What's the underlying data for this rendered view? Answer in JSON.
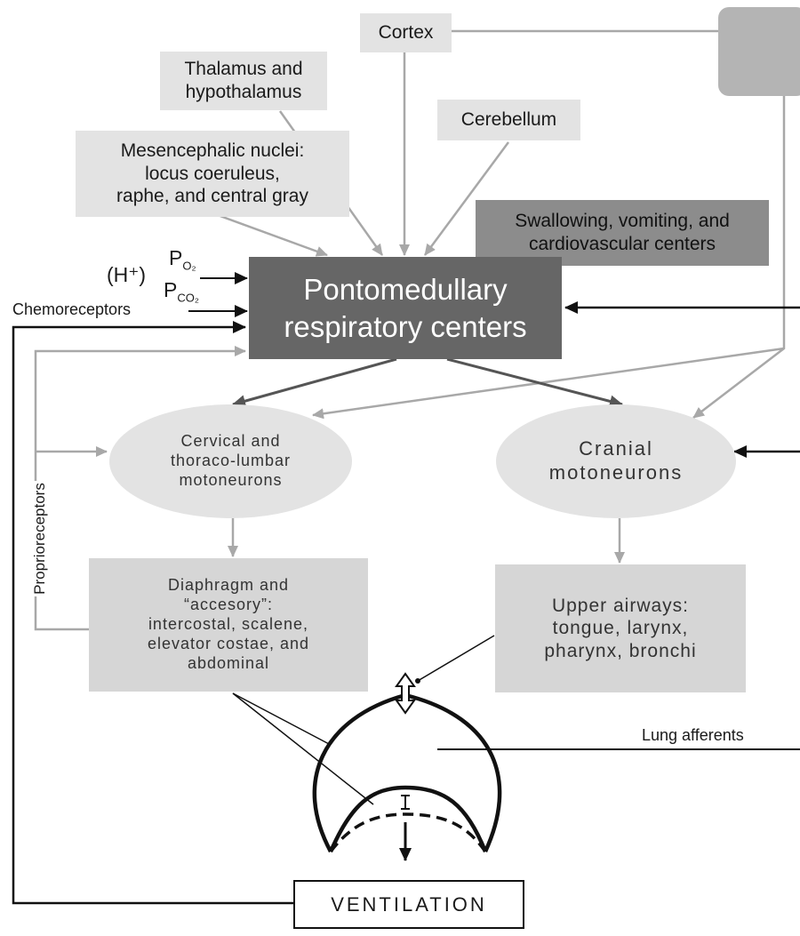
{
  "nodes": {
    "cortex": "Cortex",
    "thalamus": "Thalamus and\nhypothalamus",
    "cerebellum": "Cerebellum",
    "mesencephalic": "Mesencephalic nuclei:\nlocus coeruleus,\nraphe, and central gray",
    "swallowing": "Swallowing, vomiting, and\ncardiovascular centers",
    "pontomedullary": "Pontomedullary\nrespiratory centers",
    "cervical": "Cervical and\nthoraco-lumbar\nmotoneurons",
    "cranial": "Cranial\nmotoneurons",
    "diaphragm": "Diaphragm and\n“accesory”:\nintercostal, scalene,\nelevator costae, and\nabdominal",
    "upper_airways": "Upper airways:\ntongue, larynx,\npharynx, bronchi",
    "ventilation": "VENTILATION"
  },
  "labels": {
    "h_plus": "(H⁺)",
    "po2": "P",
    "po2_sub": "O₂",
    "pco2": "P",
    "pco2_sub": "CO₂",
    "chemoreceptors": "Chemoreceptors",
    "proprioreceptors": "Proprioreceptors",
    "lung_afferents": "Lung afferents"
  },
  "colors": {
    "light_box": "#e3e3e3",
    "dark_box": "#8c8c8c",
    "center_box": "#666666",
    "gray_arrow": "#a8a8a8",
    "dark_arrow": "#555555",
    "black_line": "#111111"
  }
}
